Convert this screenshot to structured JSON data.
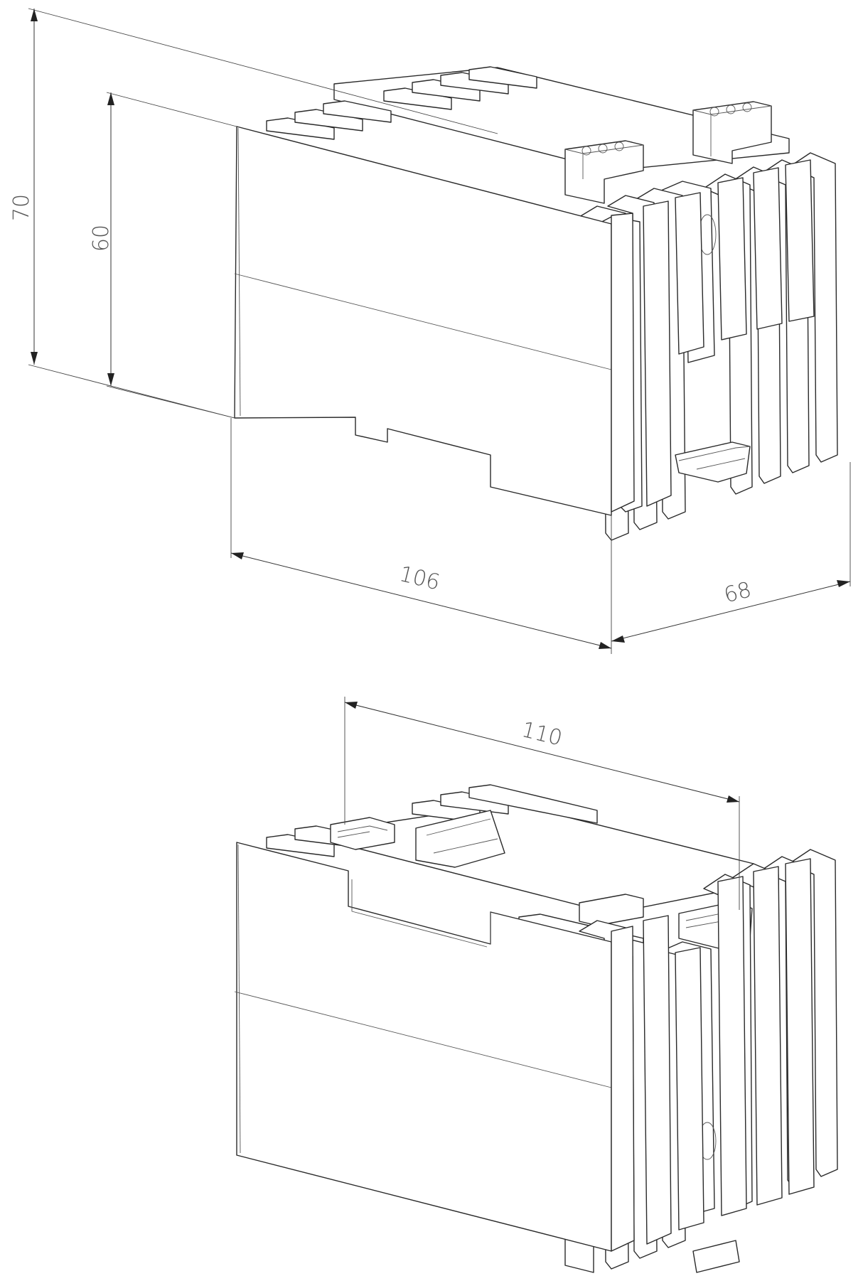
{
  "dimensions": {
    "height_total": "70",
    "height_body": "60",
    "length": "106",
    "depth": "68",
    "rail_width": "110"
  }
}
